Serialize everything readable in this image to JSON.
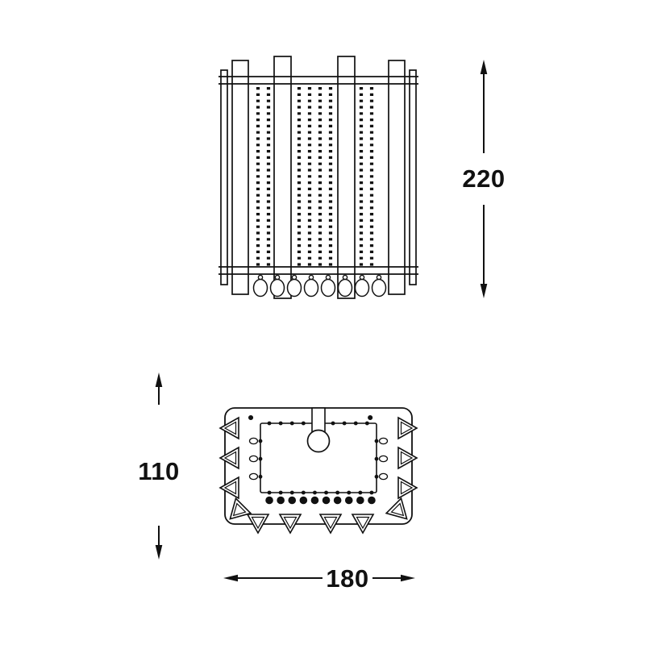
{
  "colors": {
    "line": "#111111",
    "background": "#ffffff"
  },
  "drawing": {
    "type": "lamp-technical-drawing",
    "dimensions": {
      "height": "220",
      "depth": "110",
      "width": "180"
    }
  }
}
